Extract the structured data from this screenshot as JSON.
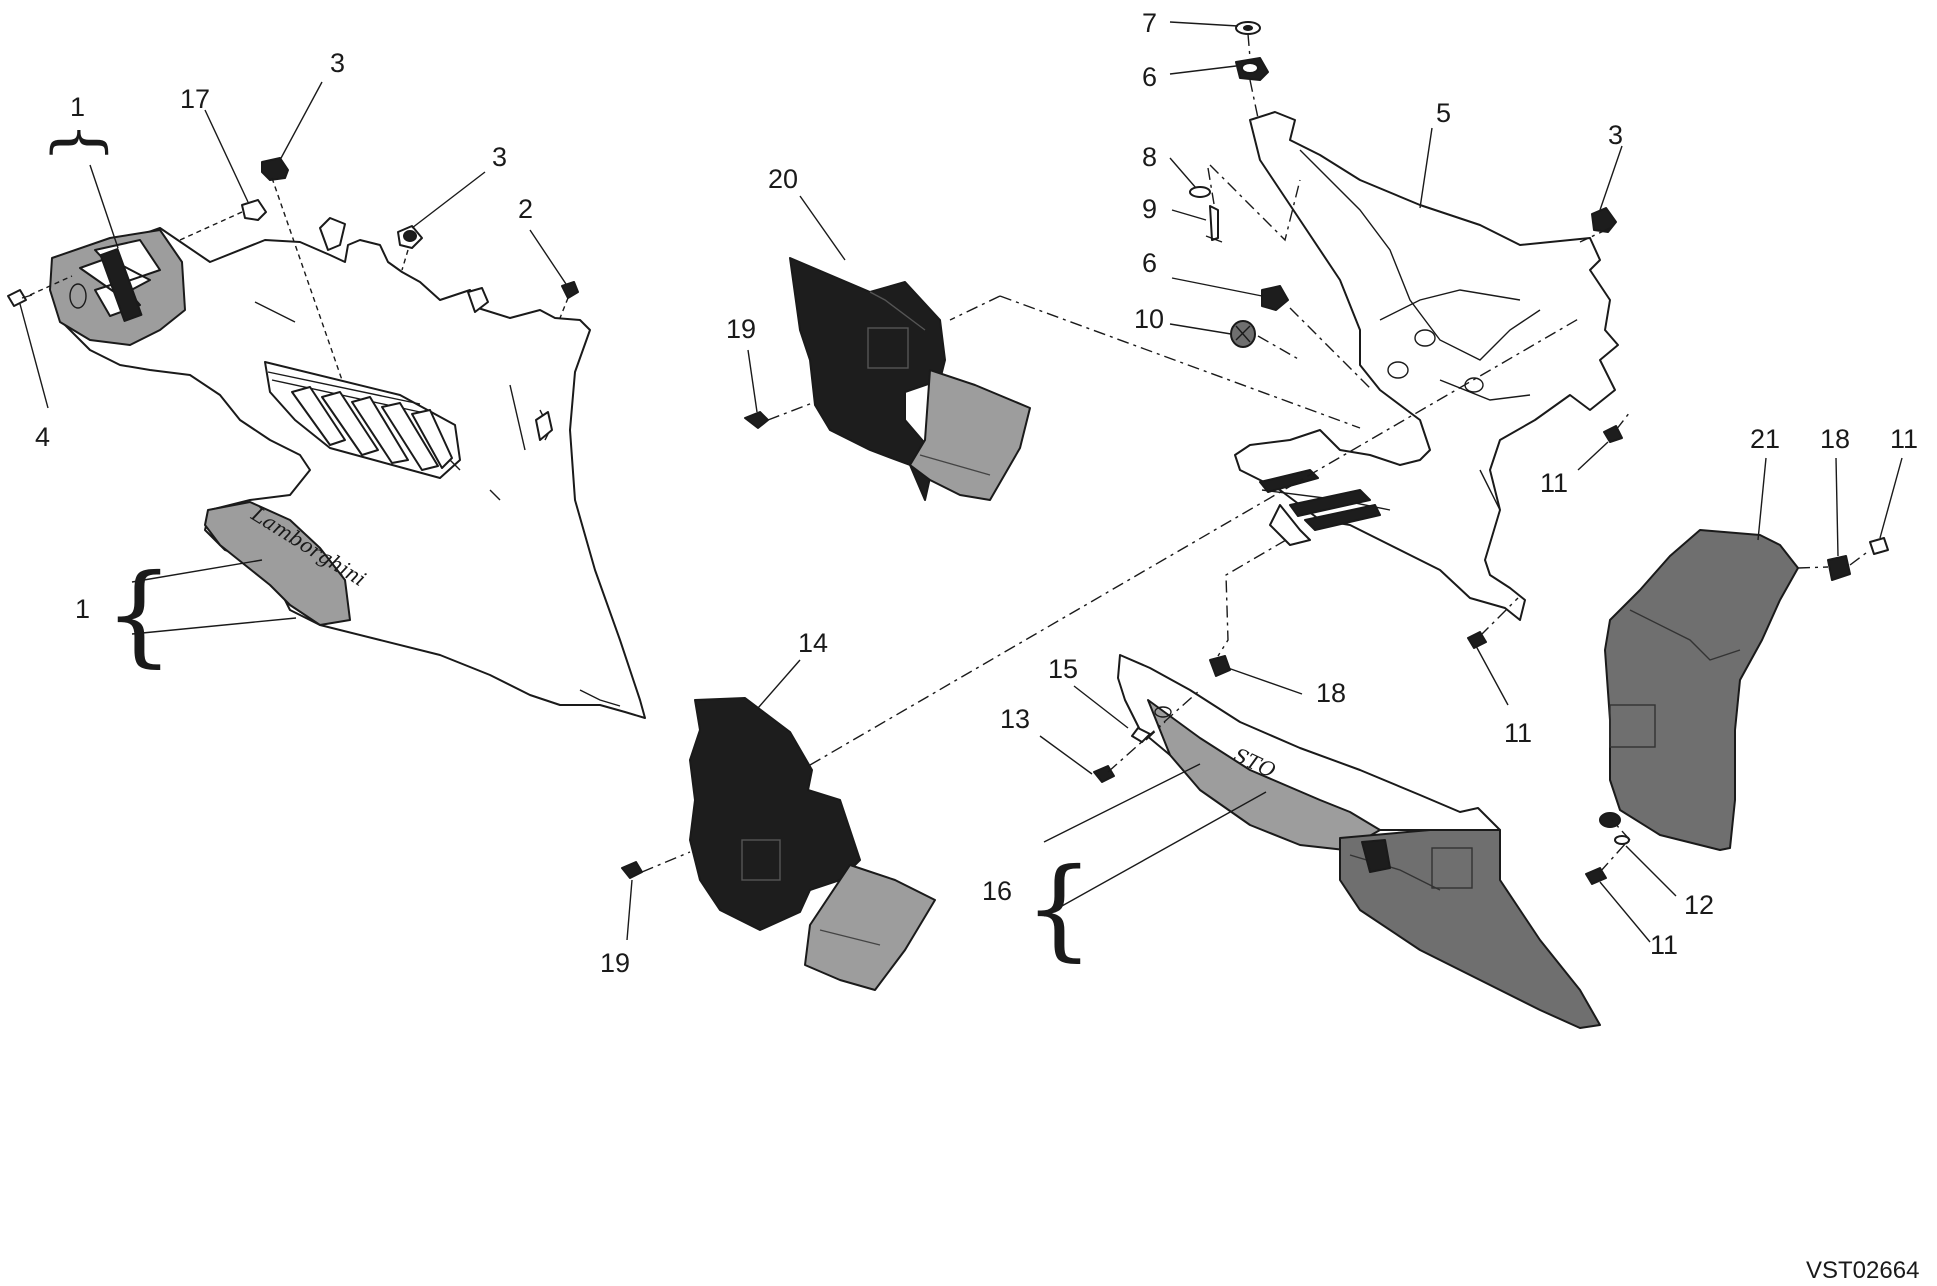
{
  "drawing_code": "VST02664",
  "logo": "Lamborghini",
  "side_logo": "STO",
  "callouts": {
    "n1_top": "1",
    "n1_side": "1",
    "n2": "2",
    "n3_a": "3",
    "n3_b": "3",
    "n3_c": "3",
    "n4": "4",
    "n5": "5",
    "n6_a": "6",
    "n6_b": "6",
    "n7": "7",
    "n8": "8",
    "n9": "9",
    "n10": "10",
    "n11_a": "11",
    "n11_b": "11",
    "n11_c": "11",
    "n11_d": "11",
    "n12": "12",
    "n13": "13",
    "n14": "14",
    "n15": "15",
    "n16": "16",
    "n17": "17",
    "n18_a": "18",
    "n18_b": "18",
    "n19_a": "19",
    "n19_b": "19",
    "n20": "20",
    "n21": "21"
  },
  "colors": {
    "line": "#1a1a1a",
    "black_part": "#1d1d1d",
    "gray_part": "#9d9d9d",
    "dark_gray_part": "#6f6f6f",
    "background": "#ffffff"
  }
}
